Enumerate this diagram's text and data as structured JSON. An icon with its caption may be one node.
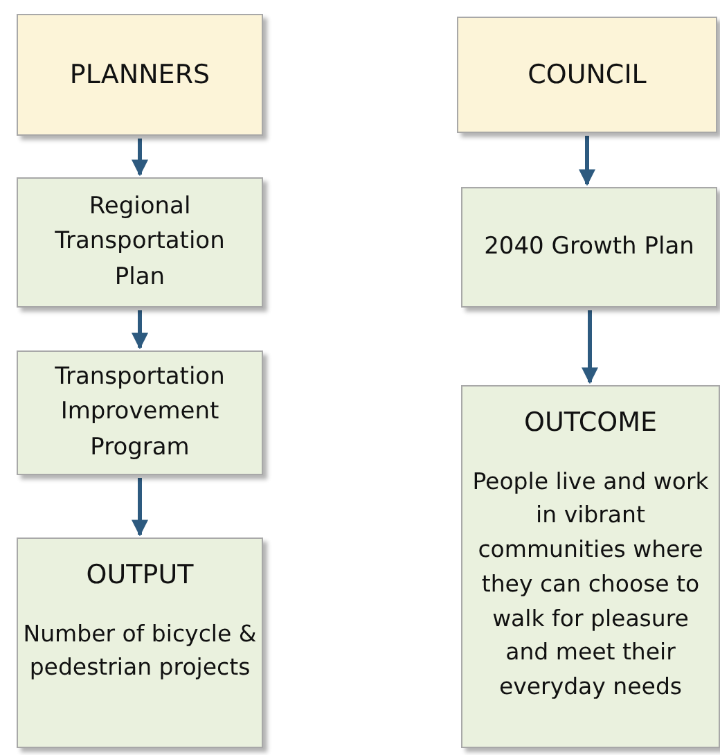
{
  "diagram": {
    "nodes": [
      {
        "text": [
          "PLANNERS"
        ]
      },
      {
        "text": [
          "Regional Transportation Plan"
        ]
      },
      {
        "text": [
          "Transportation Improvement Program"
        ]
      },
      {
        "text": [
          "OUTPUT",
          "Number of bicycle & pedestrian projects"
        ]
      },
      {
        "text": [
          "COUNCIL"
        ]
      },
      {
        "text": [
          "2040 Growth Plan"
        ]
      },
      {
        "text": [
          "OUTCOME",
          "People live and work in vibrant communities where they can choose to walk for pleasure and meet their everyday needs"
        ]
      }
    ],
    "edges": [
      {
        "from": 0,
        "to": 1,
        "arrow": "to"
      },
      {
        "from": 1,
        "to": 2,
        "arrow": "to"
      },
      {
        "from": 2,
        "to": 3,
        "arrow": "to"
      },
      {
        "from": 4,
        "to": 5,
        "arrow": "to"
      },
      {
        "from": 5,
        "to": 6,
        "arrow": "to"
      }
    ]
  }
}
